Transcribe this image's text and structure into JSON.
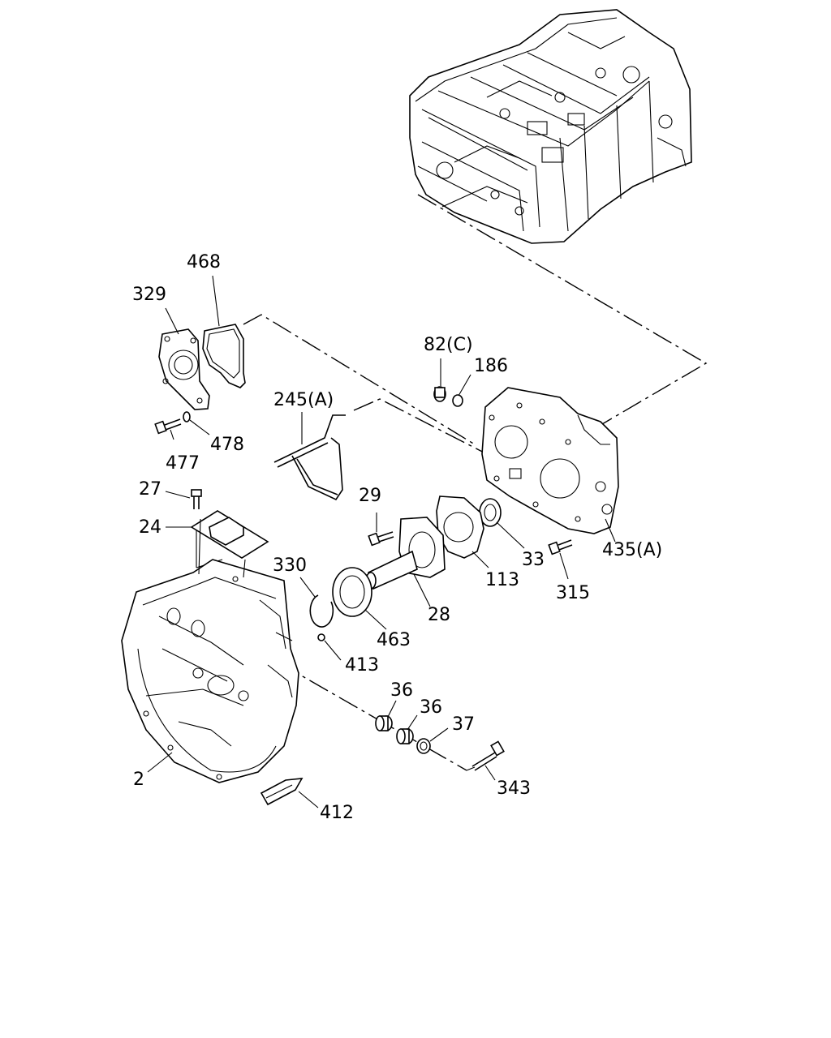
{
  "colors": {
    "line": "#000000",
    "background": "#ffffff"
  },
  "labels": {
    "p468": "468",
    "p329": "329",
    "p82c": "82(C)",
    "p186": "186",
    "p245a": "245(A)",
    "p478": "478",
    "p477": "477",
    "p27": "27",
    "p29": "29",
    "p24": "24",
    "p330": "330",
    "p33": "33",
    "p435a": "435(A)",
    "p113": "113",
    "p315": "315",
    "p28": "28",
    "p463": "463",
    "p413": "413",
    "p36a": "36",
    "p36b": "36",
    "p37": "37",
    "p2": "2",
    "p343": "343",
    "p412": "412"
  }
}
